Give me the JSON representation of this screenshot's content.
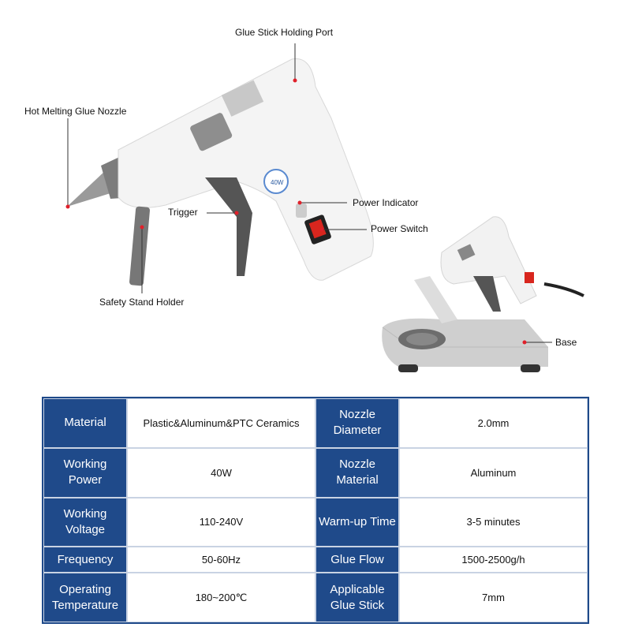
{
  "callouts": {
    "glue_stick_port": "Glue Stick Holding Port",
    "nozzle": "Hot Melting Glue Nozzle",
    "power_indicator": "Power Indicator",
    "trigger": "Trigger",
    "power_switch": "Power Switch",
    "stand_holder": "Safety Stand Holder",
    "base": "Base"
  },
  "product_label": "40W",
  "specs": [
    {
      "k1": "Material",
      "v1": "Plastic&Aluminum&PTC Ceramics",
      "k2": "Nozzle Diameter",
      "v2": "2.0mm"
    },
    {
      "k1": "Working Power",
      "v1": "40W",
      "k2": "Nozzle Material",
      "v2": "Aluminum"
    },
    {
      "k1": "Working Voltage",
      "v1": "110-240V",
      "k2": "Warm-up Time",
      "v2": "3-5 minutes"
    },
    {
      "k1": "Frequency",
      "v1": "50-60Hz",
      "k2": "Glue Flow",
      "v2": "1500-2500g/h"
    },
    {
      "k1": "Operating Temperature",
      "v1": "180~200℃",
      "k2": "Applicable Glue Stick",
      "v2": "7mm"
    }
  ],
  "colors": {
    "header": "#1f4a8a",
    "marker": "#e0202a",
    "switch": "#d8261e"
  }
}
